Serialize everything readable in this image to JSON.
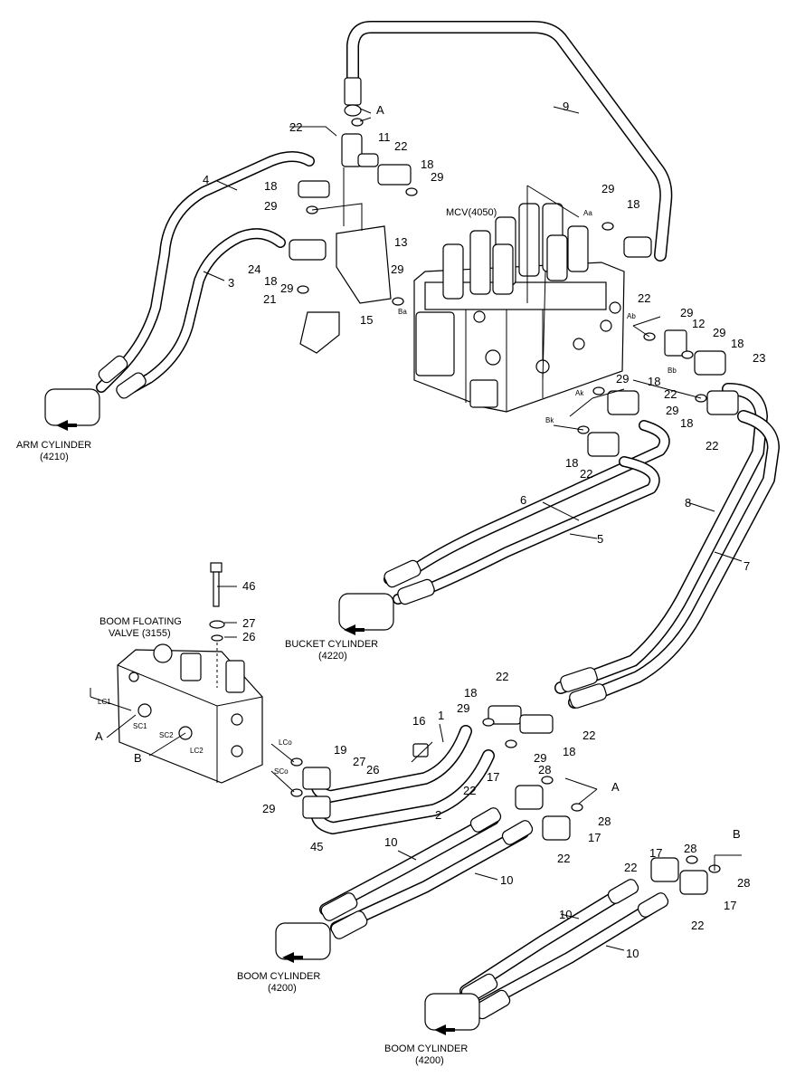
{
  "callouts": {
    "arm_cylinder": [
      "ARM CYLINDER",
      "(4210)"
    ],
    "bucket_cylinder": [
      "BUCKET CYLINDER",
      "(4220)"
    ],
    "boom_cylinder_1": [
      "BOOM CYLINDER",
      "(4200)"
    ],
    "boom_cylinder_2": [
      "BOOM CYLINDER",
      "(4200)"
    ],
    "boom_floating_valve": [
      "BOOM FLOATING",
      "VALVE (3155)"
    ],
    "mcv": "MCV(4050)"
  },
  "port_labels": {
    "Aa": "Aa",
    "Ba": "Ba",
    "Ab": "Ab",
    "Bb": "Bb",
    "Ak": "Ak",
    "Bk": "Bk",
    "LC1": "LC1",
    "LC2": "LC2",
    "SC1": "SC1",
    "SC2": "SC2",
    "LCo": "LCo",
    "SCo": "SCo"
  },
  "letters": {
    "A_top": "A",
    "A_mid": "A",
    "A_left": "A",
    "B_left": "B",
    "B_right": "B"
  },
  "part_numbers": {
    "p9": "9",
    "p22a": "22",
    "p11": "11",
    "p22b": "22",
    "p4": "4",
    "p18a": "18",
    "p18b": "18",
    "p29a": "29",
    "p29b": "29",
    "p13": "13",
    "p24": "24",
    "p18c": "18",
    "p29c": "29",
    "p29d": "29",
    "p3": "3",
    "p21": "21",
    "p15": "15",
    "p29e": "29",
    "p18d": "18",
    "p22c": "22",
    "p29f": "29",
    "p12": "12",
    "p29g": "29",
    "p18e": "18",
    "p23": "23",
    "p29h": "29",
    "p18f": "18",
    "p22d": "22",
    "p29i": "29",
    "p18g": "18",
    "p22e": "22",
    "p18h": "18",
    "p22f": "22",
    "p6": "6",
    "p5": "5",
    "p8": "8",
    "p7": "7",
    "p46": "46",
    "p27a": "27",
    "p26a": "26",
    "p22g": "22",
    "p18i": "18",
    "p1": "1",
    "p16": "16",
    "p29j": "29",
    "p22h": "22",
    "p19": "19",
    "p27b": "27",
    "p26b": "26",
    "p29k": "29",
    "p18j": "18",
    "p28a": "28",
    "p17a": "17",
    "p22i": "22",
    "p29l": "29",
    "p2": "2",
    "p28b": "28",
    "p17b": "17",
    "p45": "45",
    "p10a": "10",
    "p22j": "22",
    "p10b": "10",
    "p17c": "17",
    "p22k": "22",
    "p28c": "28",
    "p28d": "28",
    "p17d": "17",
    "p10c": "10",
    "p22l": "22",
    "p10d": "10"
  }
}
